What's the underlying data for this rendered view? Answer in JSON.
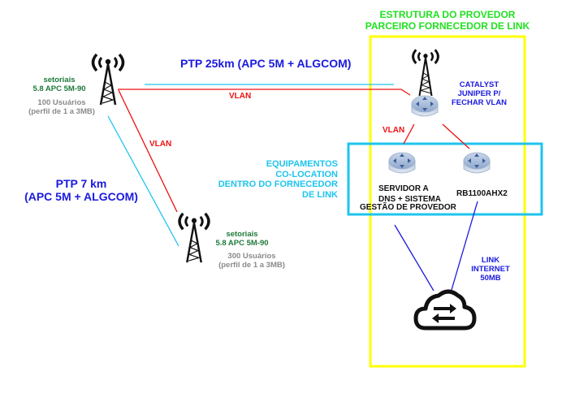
{
  "title": {
    "line1": "ESTRUTURA DO PROVEDOR",
    "line2": "PARCEIRO FORNECEDOR DE LINK"
  },
  "links": {
    "ptp25": "PTP 25km (APC 5M + ALGCOM)",
    "ptp7_line1": "PTP 7 km",
    "ptp7_line2": "(APC 5M + ALGCOM)",
    "vlan_top": "VLAN",
    "vlan_diag": "VLAN",
    "vlan_catalyst": "VLAN"
  },
  "tower_left": {
    "label1": "setoriais",
    "label2": "5.8 APC 5M-90",
    "users": "100 Usuários",
    "profile": "(perfil de 1 a 3MB)"
  },
  "tower_bottom": {
    "label1": "setoriais",
    "label2": "5.8 APC 5M-90",
    "users": "300 Usuários",
    "profile": "(perfil de 1 a 3MB)"
  },
  "catalyst": {
    "line1": "CATALYST",
    "line2": "JUNIPER P/",
    "line3": "FECHAR VLAN"
  },
  "colocation": {
    "line1": "EQUIPAMENTOS",
    "line2": "CO-LOCATION",
    "line3": "DENTRO DO FORNECEDOR",
    "line4": "DE LINK"
  },
  "server": {
    "line1": "SERVIDOR A",
    "line2": "DNS + SISTEMA",
    "line3": "GESTÃO DE PROVEDOR"
  },
  "router_rb": {
    "label": "RB1100AHX2"
  },
  "internet": {
    "line1": "LINK",
    "line2": "INTERNET",
    "line3": "50MB"
  },
  "colors": {
    "provider_box": "#ffff00",
    "colocation_box": "#1ec4ee",
    "ptp_link": "#1ec4ee",
    "vlan_link": "#ee1111",
    "internet_link": "#1a1adf"
  }
}
